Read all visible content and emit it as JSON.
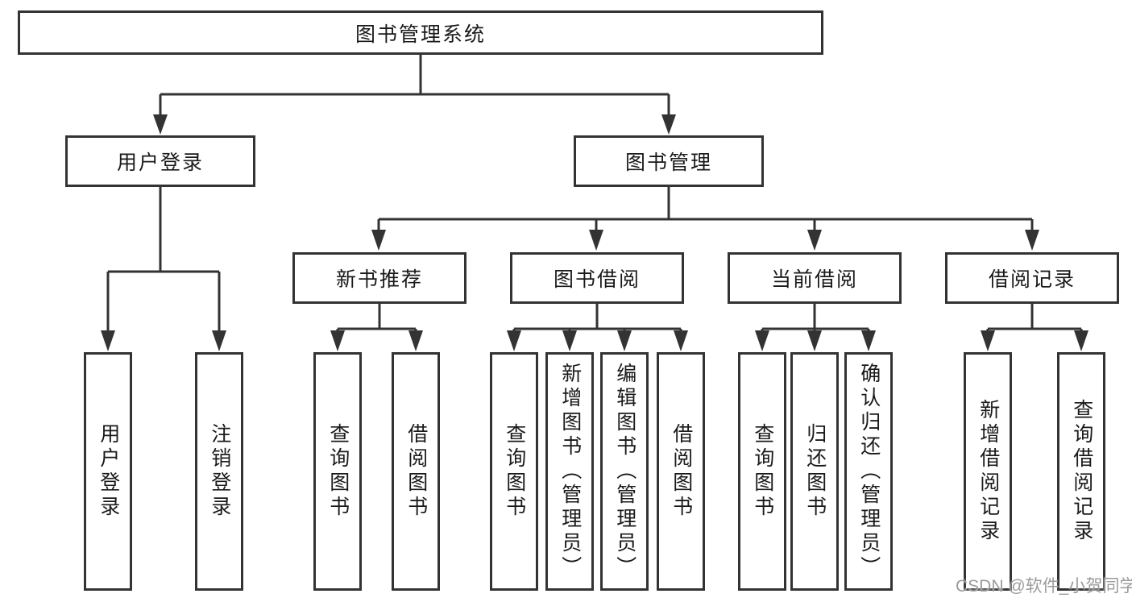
{
  "tree": {
    "root": {
      "label": "图书管理系统",
      "children": [
        {
          "label": "用户登录",
          "children": [
            {
              "label": "用户登录"
            },
            {
              "label": "注销登录"
            }
          ]
        },
        {
          "label": "图书管理",
          "children": [
            {
              "label": "新书推荐",
              "children": [
                {
                  "label": "查询图书"
                },
                {
                  "label": "借阅图书"
                }
              ]
            },
            {
              "label": "图书借阅",
              "children": [
                {
                  "label": "查询图书"
                },
                {
                  "label": "新增图书（管理员）"
                },
                {
                  "label": "编辑图书（管理员）"
                },
                {
                  "label": "借阅图书"
                }
              ]
            },
            {
              "label": "当前借阅",
              "children": [
                {
                  "label": "查询图书"
                },
                {
                  "label": "归还图书"
                },
                {
                  "label": "确认归还（管理员）"
                }
              ]
            },
            {
              "label": "借阅记录",
              "children": [
                {
                  "label": "新增借阅记录"
                },
                {
                  "label": "查询借阅记录"
                }
              ]
            }
          ]
        }
      ]
    }
  },
  "watermark": {
    "text": "CSDN @软件_小贺同学"
  },
  "colors": {
    "line": "#333333",
    "box_border": "#333333",
    "box_fill": "#ffffff",
    "text": "#1a1a1a",
    "watermark": "#9b9b9b",
    "background": "#ffffff"
  }
}
